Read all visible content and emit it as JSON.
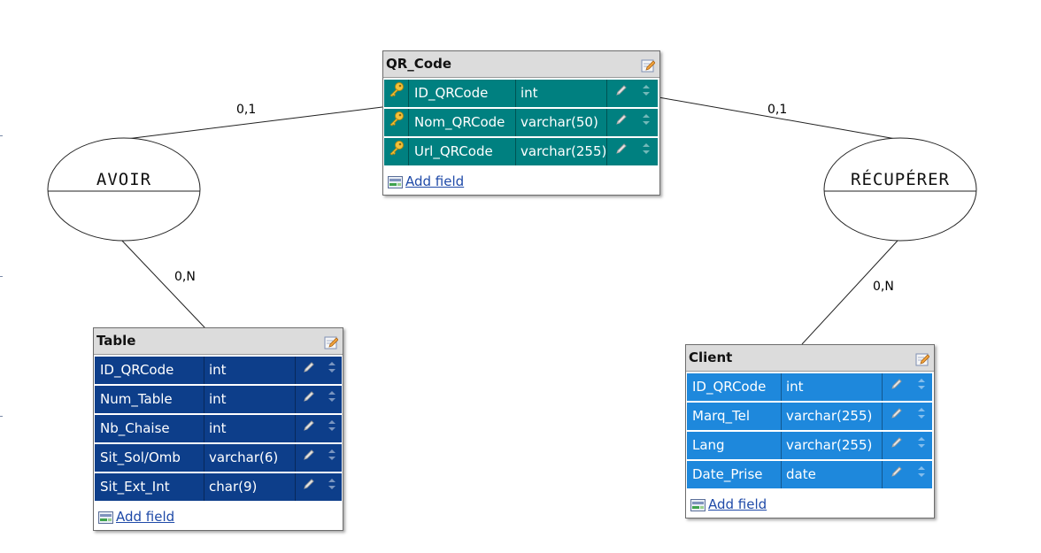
{
  "entities": {
    "qr_code": {
      "title": "QR_Code",
      "color": "#008080",
      "fields": [
        {
          "key": true,
          "name": "ID_QRCode",
          "type": "int"
        },
        {
          "key": true,
          "name": "Nom_QRCode",
          "type": "varchar(50)"
        },
        {
          "key": true,
          "name": "Url_QRCode",
          "type": "varchar(255)"
        }
      ],
      "add_label": "Add field"
    },
    "table": {
      "title": "Table",
      "color": "#0d3e8a",
      "fields": [
        {
          "key": false,
          "name": "ID_QRCode",
          "type": "int"
        },
        {
          "key": false,
          "name": "Num_Table",
          "type": "int"
        },
        {
          "key": false,
          "name": "Nb_Chaise",
          "type": "int"
        },
        {
          "key": false,
          "name": "Sit_Sol/Omb",
          "type": "varchar(6)"
        },
        {
          "key": false,
          "name": "Sit_Ext_Int",
          "type": "char(9)"
        }
      ],
      "add_label": "Add field"
    },
    "client": {
      "title": "Client",
      "color": "#1e88dc",
      "fields": [
        {
          "key": false,
          "name": "ID_QRCode",
          "type": "int"
        },
        {
          "key": false,
          "name": "Marq_Tel",
          "type": "varchar(255)"
        },
        {
          "key": false,
          "name": "Lang",
          "type": "varchar(255)"
        },
        {
          "key": false,
          "name": "Date_Prise",
          "type": "date"
        }
      ],
      "add_label": "Add field"
    }
  },
  "associations": {
    "avoir": {
      "name": "AVOIR"
    },
    "recuperer": {
      "name": "RÉCUPÉRER"
    }
  },
  "cardinalities": {
    "qr_avoir": "0,1",
    "avoir_table": "0,N",
    "qr_recuperer": "0,1",
    "recuperer_client": "0,N"
  },
  "icons": {
    "key": "key-icon",
    "edit": "edit-icon",
    "pencil": "pencil-icon",
    "reorder": "reorder-arrows-icon",
    "add": "add-field-icon"
  }
}
